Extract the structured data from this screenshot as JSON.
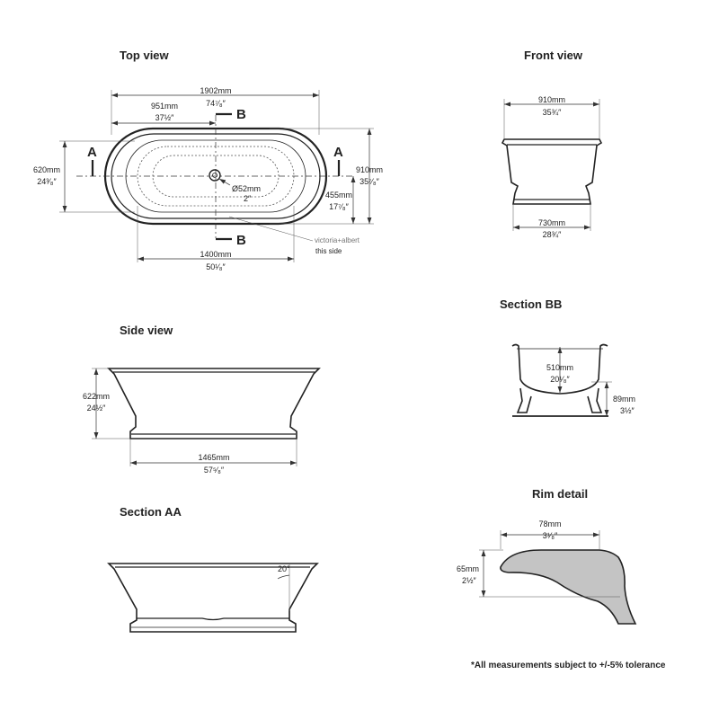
{
  "titles": {
    "top_view": "Top view",
    "front_view": "Front view",
    "side_view": "Side view",
    "section_bb": "Section BB",
    "section_aa": "Section AA",
    "rim_detail": "Rim detail"
  },
  "top_view": {
    "overall_length_mm": "1902mm",
    "overall_length_in": "74⁷⁄₈″",
    "half_length_mm": "951mm",
    "half_length_in": "37½″",
    "inner_length_mm": "1400mm",
    "inner_length_in": "50¹⁄₈″",
    "inner_width_mm": "620mm",
    "inner_width_in": "24³⁄₈″",
    "overall_width_mm": "910mm",
    "overall_width_in": "35⁷⁄₈″",
    "half_width_mm": "455mm",
    "half_width_in": "17⁷⁄₈″",
    "waste_mm": "Ø52mm",
    "waste_in": "2″",
    "section_a": "A",
    "section_b": "B",
    "brand": "victoria+albert",
    "brand_note": "this side"
  },
  "front_view": {
    "top_width_mm": "910mm",
    "top_width_in": "35¾″",
    "base_width_mm": "730mm",
    "base_width_in": "28¾″"
  },
  "side_view": {
    "height_mm": "622mm",
    "height_in": "24½″",
    "base_length_mm": "1465mm",
    "base_length_in": "57⁵⁄₈″"
  },
  "section_bb": {
    "depth_mm": "510mm",
    "depth_in": "20¹⁄₈″",
    "plinth_mm": "89mm",
    "plinth_in": "3½″"
  },
  "section_aa": {
    "angle": "20°"
  },
  "rim_detail": {
    "width_mm": "78mm",
    "width_in": "3¹⁄₈″",
    "height_mm": "65mm",
    "height_in": "2½″"
  },
  "footnote": "*All measurements subject to +/-5% tolerance"
}
